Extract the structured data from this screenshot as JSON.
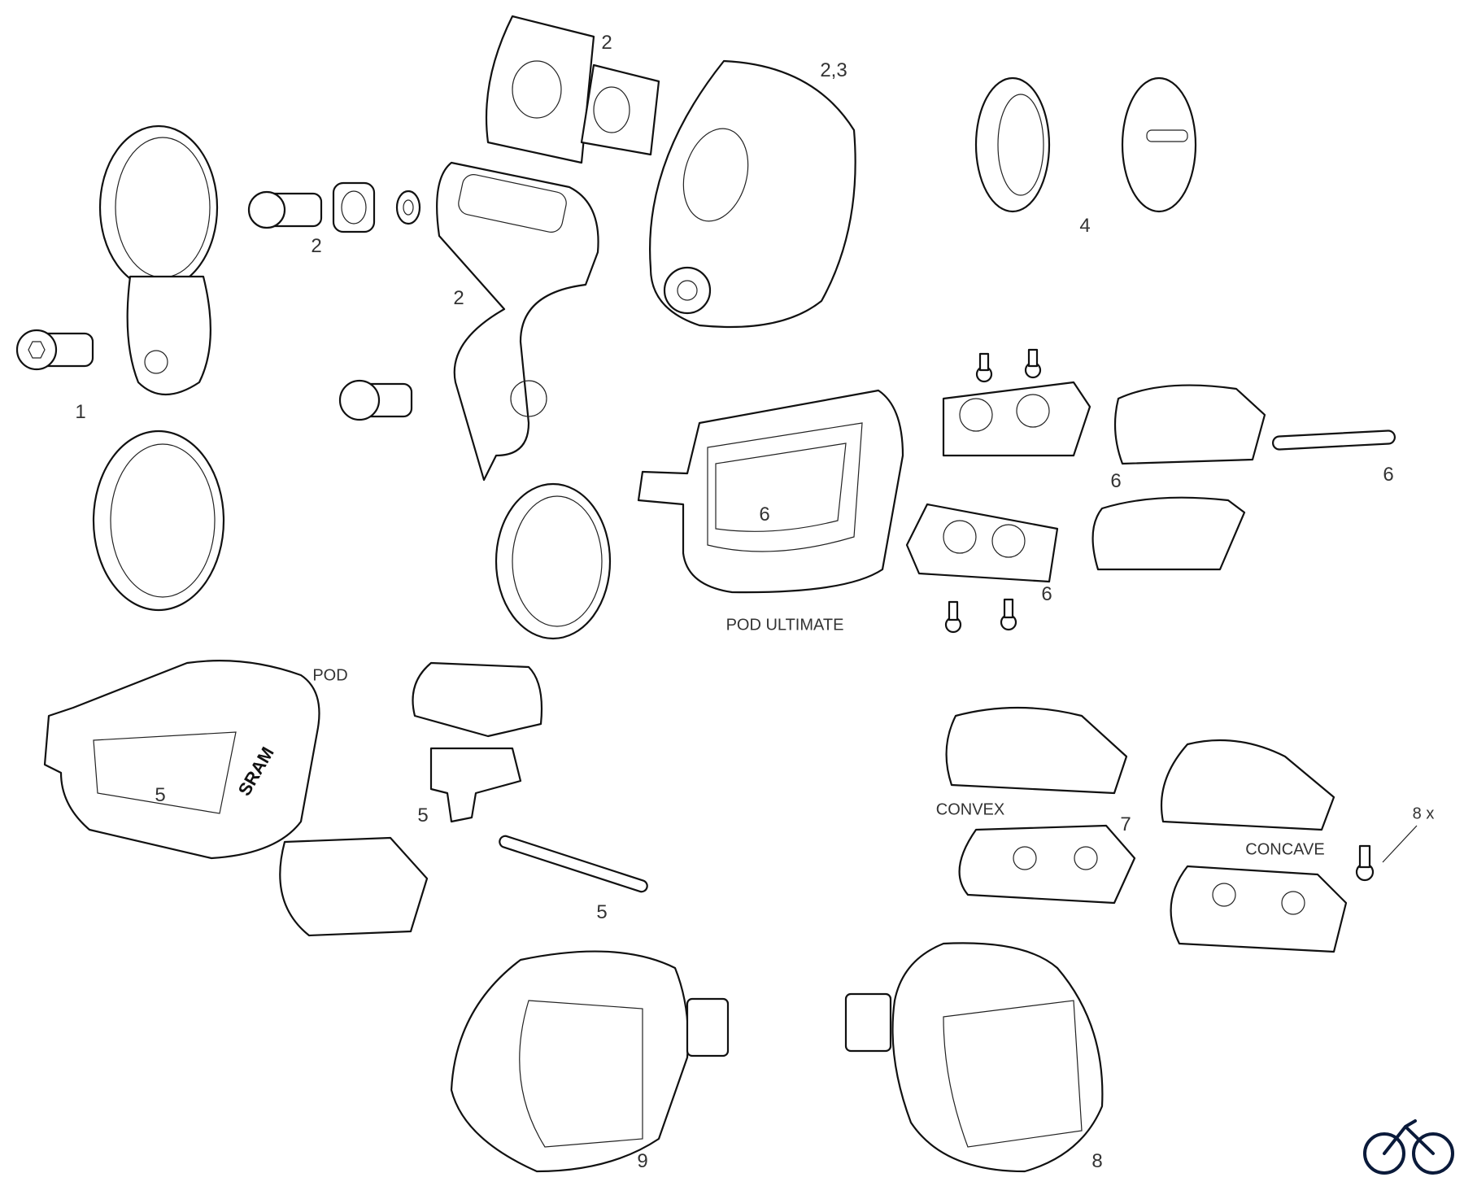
{
  "diagram": {
    "labels": {
      "l1": "1",
      "l2a": "2",
      "l2b": "2",
      "l23": "2,3",
      "l2c": "2",
      "l4": "4",
      "l6a": "6",
      "pod_ultimate": "POD ULTIMATE",
      "l6b": "6",
      "l6c": "6",
      "l6d": "6",
      "pod": "POD",
      "l5a": "5",
      "l5b": "5",
      "l5c": "5",
      "convex": "CONVEX",
      "l7": "7",
      "l8x": "8 x",
      "concave": "CONCAVE",
      "l9": "9",
      "l8": "8"
    },
    "brand_text": "SRAM",
    "logo": "bicycle-icon",
    "line_color": "#111111",
    "logo_color": "#0a1a3a"
  }
}
